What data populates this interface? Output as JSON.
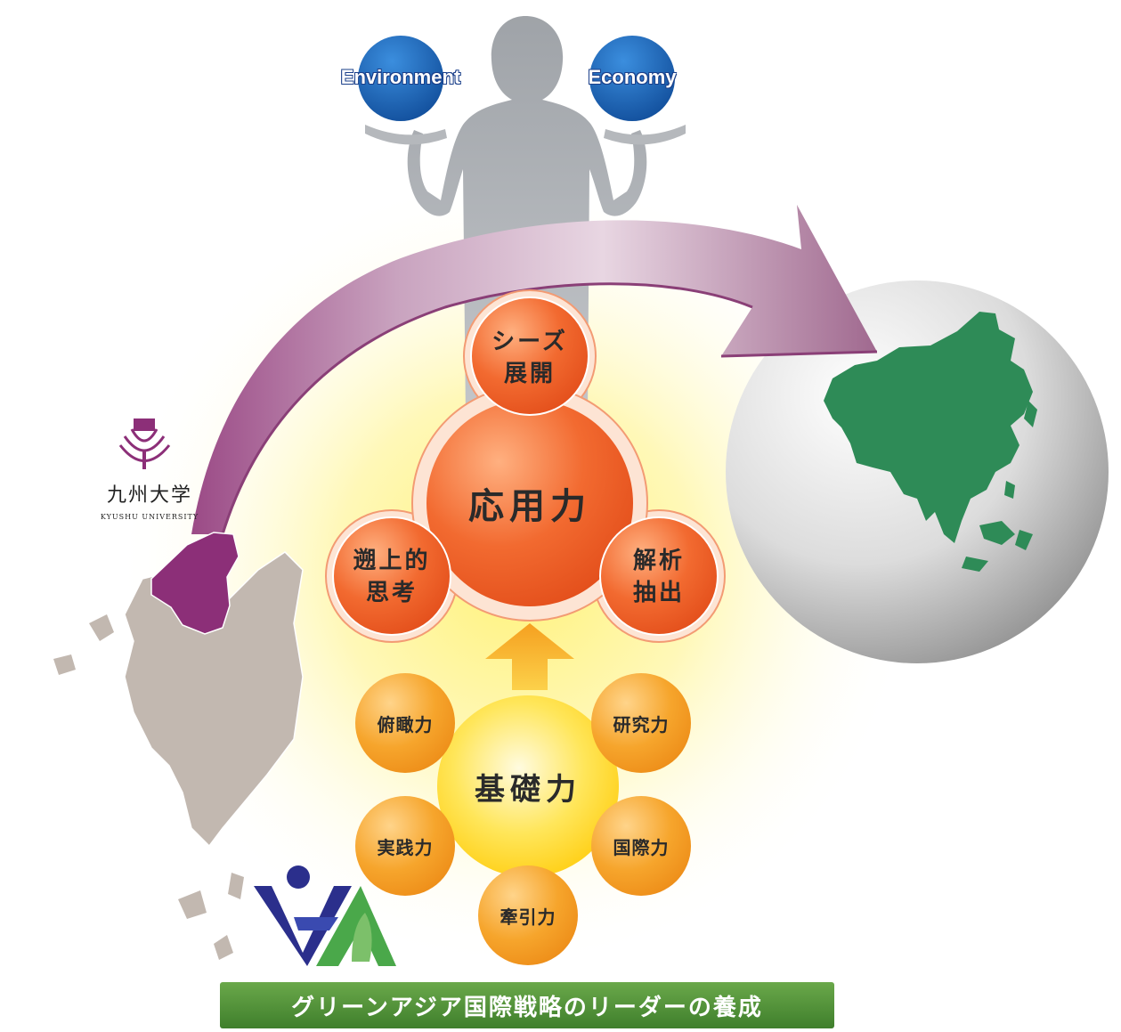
{
  "globes": {
    "left": "Environment",
    "right": "Economy"
  },
  "university": {
    "name_jp": "九州大学",
    "name_en": "KYUSHU UNIVERSITY"
  },
  "applied": {
    "center": "応用力",
    "top": [
      "シーズ",
      "展開"
    ],
    "left": [
      "遡上的",
      "思考"
    ],
    "right": [
      "解析",
      "抽出"
    ]
  },
  "basic": {
    "center": "基礎力",
    "items": [
      "俯瞰力",
      "研究力",
      "実践力",
      "国際力",
      "牽引力"
    ]
  },
  "banner": "グリーンアジア国際戦略のリーダーの養成",
  "colors": {
    "arrow": "#8a3f77",
    "orange": "#f06a30",
    "basic_orange": "#f5a623",
    "yellow": "#ffe04a",
    "kyushu_highlight": "#8c2f78",
    "kyushu_land": "#c2b8b0",
    "asia_green": "#2e8b57",
    "banner_green": "#4f9438",
    "globe_blue": "#1c63b7"
  },
  "icons": [
    "person-silhouette-icon",
    "environment-globe-icon",
    "economy-globe-icon",
    "world-globe-icon",
    "university-emblem-icon",
    "gga-logo-icon",
    "upward-arrow-icon"
  ]
}
